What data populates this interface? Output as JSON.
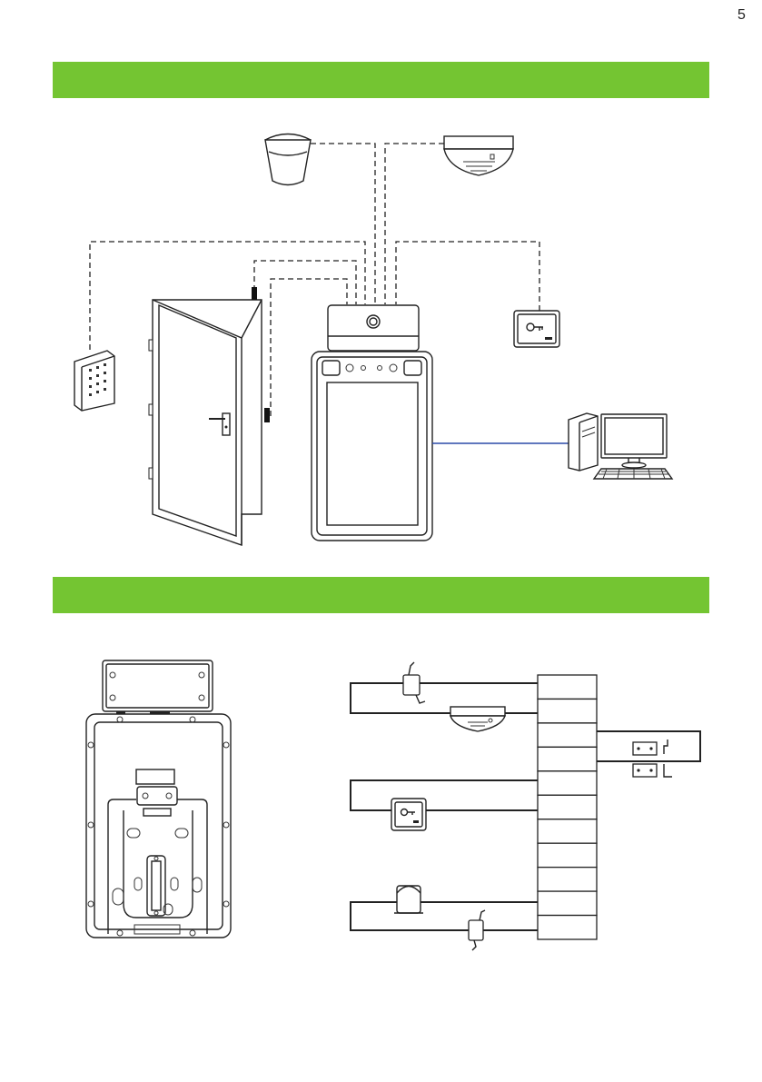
{
  "page": {
    "number": "5"
  },
  "colors": {
    "section_bar": "#74c532",
    "network_cable": "#2b4aa8",
    "line_art": "#222222"
  },
  "sections": [
    {
      "title": ""
    },
    {
      "title": ""
    }
  ],
  "system_diagram": {
    "devices": [
      "alarm-siren-icon",
      "smoke-detector-icon",
      "card-reader-keypad-icon",
      "door-icon",
      "exit-button-icon",
      "access-terminal",
      "desktop-computer-icon"
    ]
  },
  "wiring_diagram": {
    "terminal_block": {
      "slot_count": 11
    },
    "devices": [
      "power-adapter-icon",
      "smoke-detector-icon",
      "exit-button-icon",
      "alarm-siren-icon",
      "power-adapter-icon",
      "door-lock-icon"
    ]
  }
}
